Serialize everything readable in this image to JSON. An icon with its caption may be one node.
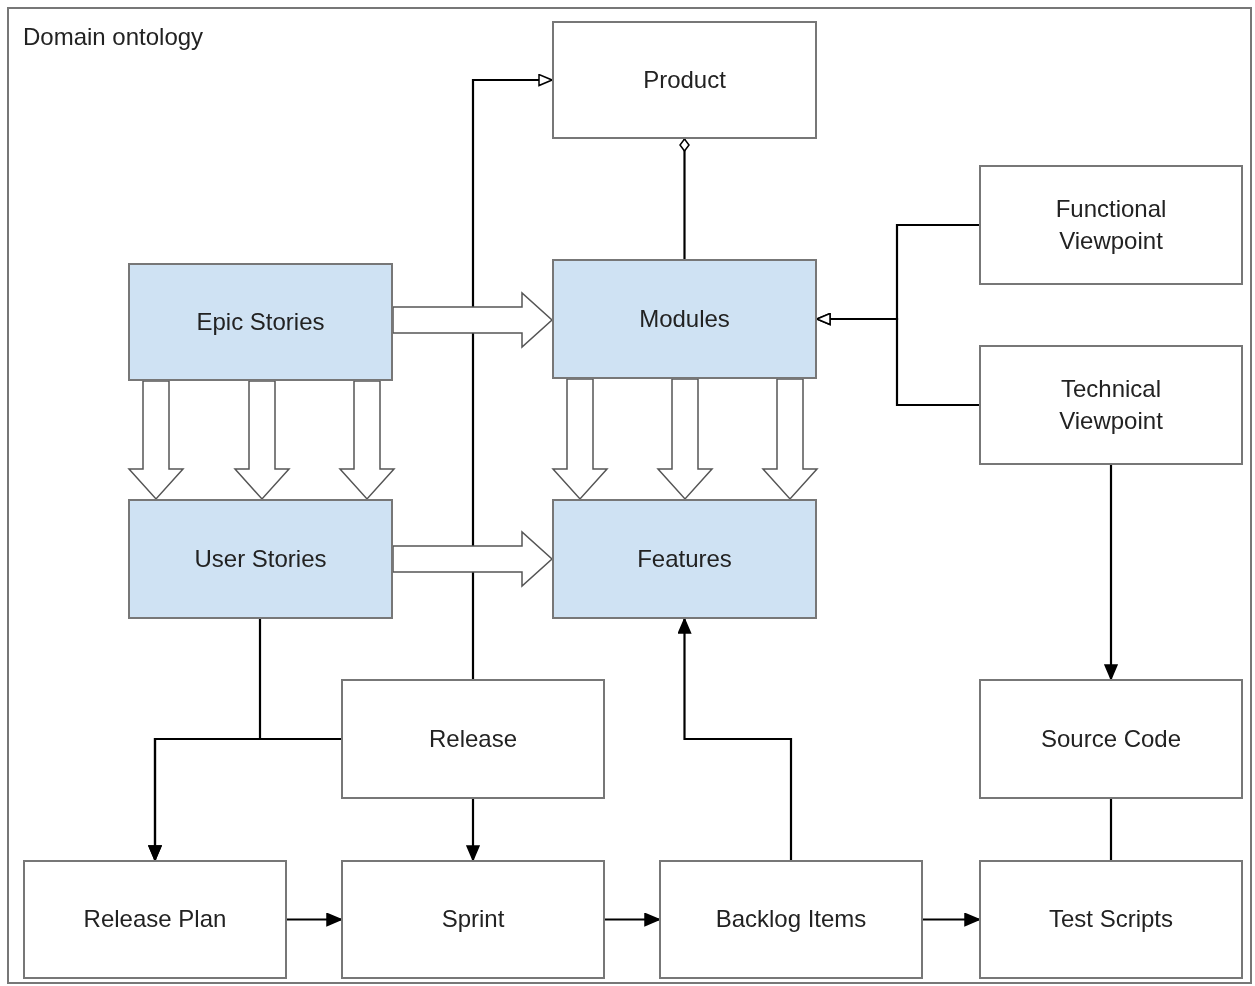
{
  "diagram": {
    "nodes": [
      {
        "text": [
          "Domain ontology"
        ]
      },
      {
        "text": [
          "Product"
        ],
        "in": 0
      },
      {
        "text": [
          "Functional Viewpoint"
        ],
        "in": 0
      },
      {
        "text": [
          "Epic Stories"
        ],
        "in": 0
      },
      {
        "text": [
          "Modules"
        ],
        "in": 0
      },
      {
        "text": [
          "Technical Viewpoint"
        ],
        "in": 0
      },
      {
        "text": [
          "User Stories"
        ],
        "in": 0
      },
      {
        "text": [
          "Features"
        ],
        "in": 0
      },
      {
        "text": [
          "Release"
        ],
        "in": 0
      },
      {
        "text": [
          "Source Code"
        ],
        "in": 0
      },
      {
        "text": [
          "Release Plan"
        ],
        "in": 0
      },
      {
        "text": [
          "Sprint"
        ],
        "in": 0
      },
      {
        "text": [
          "Backlog Items"
        ],
        "in": 0
      },
      {
        "text": [
          "Test Scripts"
        ],
        "in": 0
      }
    ],
    "edges": [
      {
        "from": 8,
        "to": 1,
        "arrow": "to"
      },
      {
        "from": 4,
        "to": 1,
        "arrow": "other"
      },
      {
        "from": 2,
        "to": 4,
        "arrow": "to"
      },
      {
        "from": 5,
        "to": 4,
        "arrow": "to"
      },
      {
        "from": 3,
        "to": 4,
        "arrow": "to",
        "style": "thick"
      },
      {
        "from": 3,
        "to": 6,
        "arrow": "to",
        "style": "thick"
      },
      {
        "from": 3,
        "to": 6,
        "arrow": "to",
        "style": "thick"
      },
      {
        "from": 3,
        "to": 6,
        "arrow": "to",
        "style": "thick"
      },
      {
        "from": 4,
        "to": 7,
        "arrow": "to",
        "style": "thick"
      },
      {
        "from": 4,
        "to": 7,
        "arrow": "to",
        "style": "thick"
      },
      {
        "from": 4,
        "to": 7,
        "arrow": "to",
        "style": "thick"
      },
      {
        "from": 6,
        "to": 7,
        "arrow": "to",
        "style": "thick"
      },
      {
        "from": 6,
        "to": 10,
        "arrow": "to"
      },
      {
        "from": 8,
        "to": 10,
        "arrow": "to"
      },
      {
        "from": 8,
        "to": 11,
        "arrow": "to"
      },
      {
        "from": 12,
        "to": 7,
        "arrow": "to"
      },
      {
        "from": 5,
        "to": 9,
        "arrow": "to"
      },
      {
        "from": 9,
        "to": 13,
        "arrow": "none"
      },
      {
        "from": 10,
        "to": 11,
        "arrow": "to"
      },
      {
        "from": 11,
        "to": 12,
        "arrow": "to"
      },
      {
        "from": 12,
        "to": 13,
        "arrow": "to"
      }
    ]
  }
}
